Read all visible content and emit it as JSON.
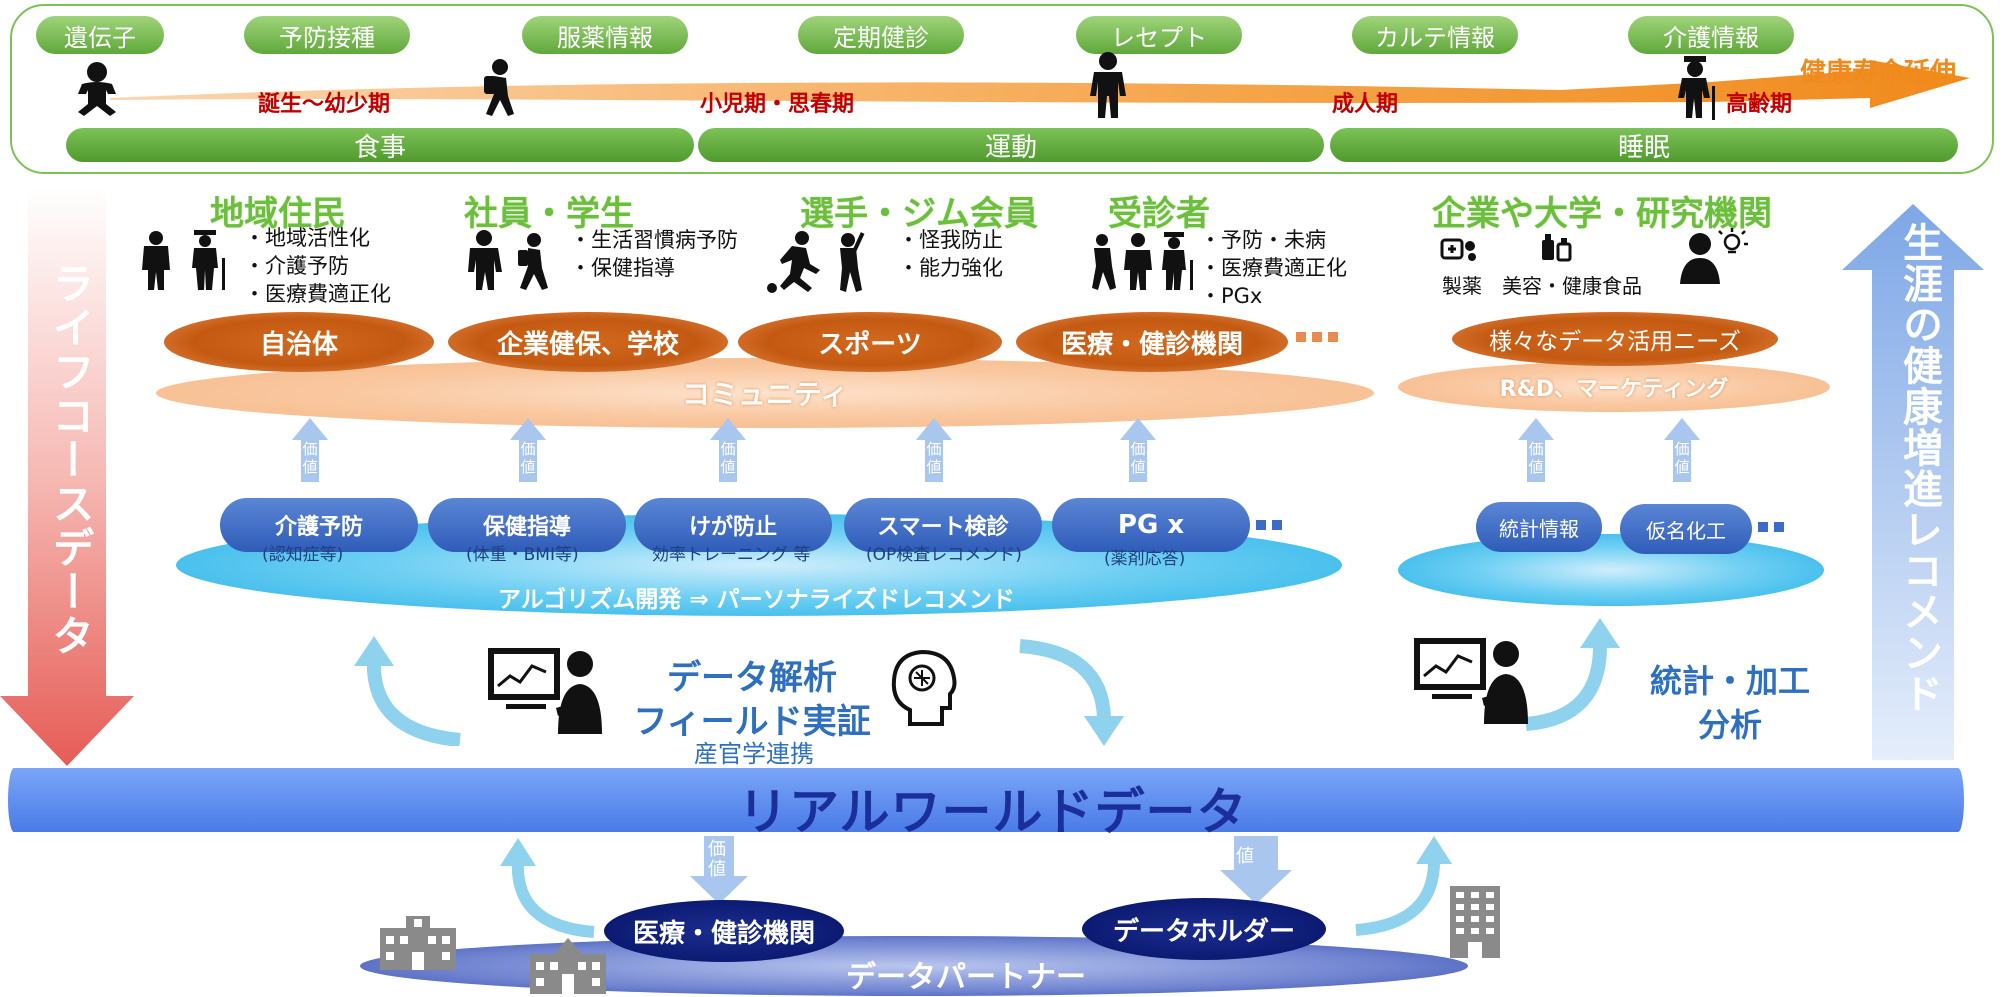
{
  "top": {
    "data_tags": [
      "遺伝子",
      "予防接種",
      "服薬情報",
      "定期健診",
      "レセプト",
      "カルテ情報",
      "介護情報"
    ],
    "stages": [
      "誕生～幼少期",
      "小児期・思春期",
      "成人期",
      "高齢期"
    ],
    "goal": "健康寿命延伸",
    "lifestyle": [
      "食事",
      "運動",
      "睡眠"
    ]
  },
  "left_arrow": "ライフコースデータ",
  "right_arrow": "生涯の健康増進レコメンド",
  "groups": [
    {
      "title": "地域住民",
      "bullets": [
        "地域活性化",
        "介護予防",
        "医療費適正化"
      ],
      "org": "自治体"
    },
    {
      "title": "社員・学生",
      "bullets": [
        "生活習慣病予防",
        "保健指導"
      ],
      "org": "企業健保、学校"
    },
    {
      "title": "選手・ジム会員",
      "bullets": [
        "怪我防止",
        "能力強化"
      ],
      "org": "スポーツ"
    },
    {
      "title": "受診者",
      "bullets": [
        "予防・未病",
        "医療費適正化",
        "PGx"
      ],
      "org": "医療・健診機関"
    }
  ],
  "right_group": {
    "title": "企業や大学・研究機関",
    "labels": [
      "製薬",
      "美容・健康食品"
    ],
    "org": "様々なデータ活用ニーズ",
    "base": "R&D、マーケティング"
  },
  "community": "コミュニティ",
  "value_label": "価値",
  "services": [
    {
      "name": "介護予防",
      "sub": "(認知症等)"
    },
    {
      "name": "保健指導",
      "sub": "(体重・BMI等)"
    },
    {
      "name": "けが防止",
      "sub": "効率トレーニング 等"
    },
    {
      "name": "スマート検診",
      "sub": "(OP検査レコメンド)"
    },
    {
      "name": "PG x",
      "sub": "(薬剤応答)"
    }
  ],
  "right_services": [
    "統計情報",
    "仮名化工"
  ],
  "algorithm": "アルゴリズム開発 ⇒ パーソナライズドレコメンド",
  "analysis": {
    "line1": "データ解析",
    "line2": "フィールド実証",
    "line3": "産官学連携"
  },
  "right_analysis": {
    "line1": "統計・加工",
    "line2": "分析"
  },
  "rwd": "リアルワールドデータ",
  "partners": {
    "label": "データパートナー",
    "left": "医療・健診機関",
    "right": "データホルダー"
  },
  "colors": {
    "green": "#6bbf3d",
    "orange": "#c45a12",
    "navy": "#0c1a72",
    "blue": "#2f5cb8",
    "rwd": "#5b8cf0",
    "red": "#c00000"
  }
}
